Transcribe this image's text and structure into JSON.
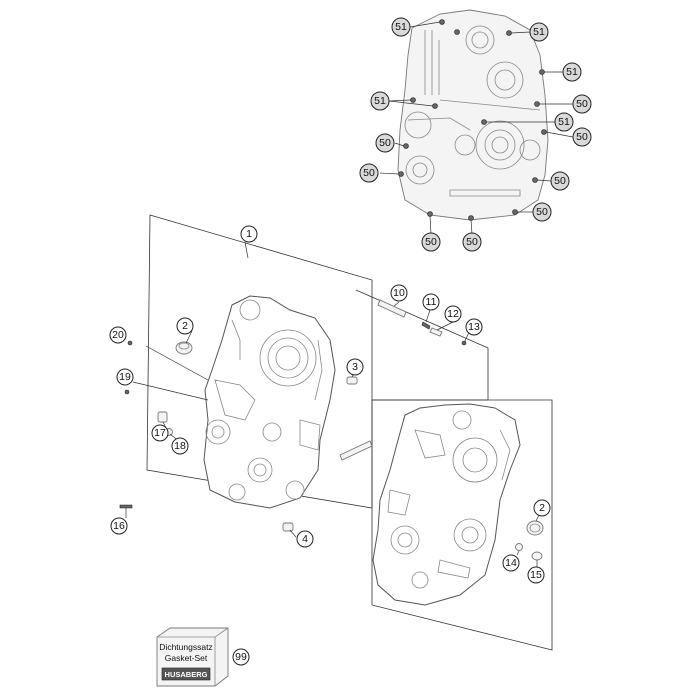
{
  "callouts": {
    "c1": "1",
    "c2a": "2",
    "c2b": "2",
    "c3": "3",
    "c4": "4",
    "c10": "10",
    "c11": "11",
    "c12": "12",
    "c13": "13",
    "c14": "14",
    "c15": "15",
    "c16": "16",
    "c17": "17",
    "c18": "18",
    "c19": "19",
    "c20": "20",
    "c99": "99",
    "c51_1": "51",
    "c51_2": "51",
    "c51_3": "51",
    "c51_4": "51",
    "c51_5": "51",
    "c50_1": "50",
    "c50_2": "50",
    "c50_3": "50",
    "c50_4": "50",
    "c50_5": "50",
    "c50_6": "50",
    "c50_7": "50",
    "c50_8": "50"
  },
  "gasket_box": {
    "line1": "Dichtungssatz",
    "line2": "Gasket-Set",
    "brand": "HUSABERG"
  },
  "colors": {
    "line": "#333333",
    "callout_fill": "#ffffff",
    "callout_grey": "#d9d9d9"
  }
}
